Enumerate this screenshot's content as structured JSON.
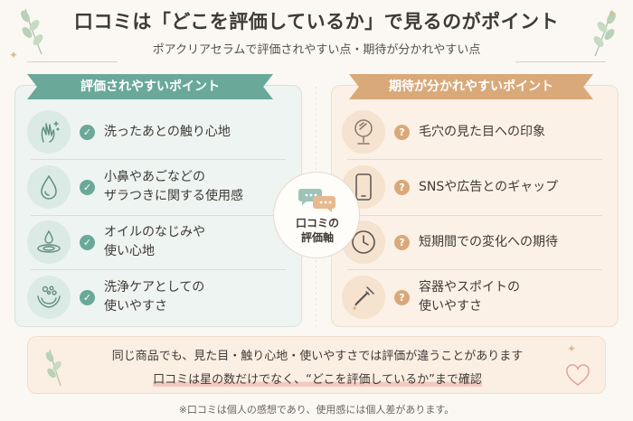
{
  "header": {
    "title": "口コミは「どこを評価しているか」で見るのがポイント",
    "subtitle": "ポアクリアセラムで評価されやすい点・期待が分かれやすい点"
  },
  "left_panel": {
    "heading": "評価されやすいポイント",
    "items": [
      {
        "lines": [
          "洗ったあとの触り心地"
        ],
        "icon": "hand-sparkle-icon"
      },
      {
        "lines": [
          "小鼻やあごなどの",
          "ザラつきに関する使用感"
        ],
        "icon": "water-drop-icon"
      },
      {
        "lines": [
          "オイルのなじみや",
          "使い心地"
        ],
        "icon": "oil-drop-icon"
      },
      {
        "lines": [
          "洗浄ケアとしての",
          "使いやすさ"
        ],
        "icon": "hands-bubbles-icon"
      }
    ]
  },
  "right_panel": {
    "heading": "期待が分かれやすいポイント",
    "items": [
      {
        "lines": [
          "毛穴の見た目への印象"
        ],
        "icon": "mirror-icon"
      },
      {
        "lines": [
          "SNSや広告とのギャップ"
        ],
        "icon": "smartphone-icon"
      },
      {
        "lines": [
          "短期間での変化への期待"
        ],
        "icon": "clock-icon"
      },
      {
        "lines": [
          "容器やスポイトの",
          "使いやすさ"
        ],
        "icon": "dropper-icon"
      }
    ]
  },
  "center": {
    "lines": [
      "口コミの",
      "評価軸"
    ],
    "icon": "speech-bubbles-icon"
  },
  "bottom": {
    "line1": "同じ商品でも、見た目・触り心地・使いやすさでは評価が違うことがあります",
    "line2": "口コミは星の数だけでなく、“どこを評価しているか”まで確認"
  },
  "note": "※口コミは個人の感想であり、使用感には個人差があります。",
  "colors": {
    "teal": "#6aa99a",
    "peach": "#d9a97a",
    "background": "#fbf8f3"
  }
}
